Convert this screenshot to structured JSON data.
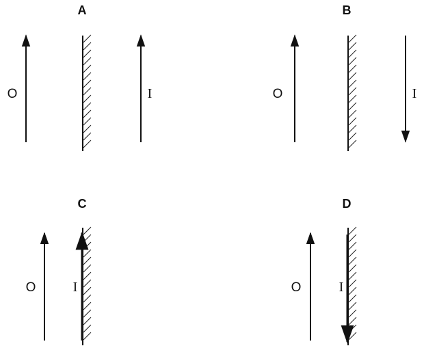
{
  "panels": [
    {
      "id": "A",
      "label": "A",
      "object_label": "O",
      "image_label": "I",
      "image_direction": "up",
      "image_position": "behind-mirror"
    },
    {
      "id": "B",
      "label": "B",
      "object_label": "O",
      "image_label": "I",
      "image_direction": "down",
      "image_position": "behind-mirror"
    },
    {
      "id": "C",
      "label": "C",
      "object_label": "O",
      "image_label": "I",
      "image_direction": "up",
      "image_position": "on-mirror"
    },
    {
      "id": "D",
      "label": "D",
      "object_label": "O",
      "image_label": "I",
      "image_direction": "down",
      "image_position": "on-mirror"
    }
  ],
  "colors": {
    "ink": "#111111",
    "background": "#ffffff"
  }
}
